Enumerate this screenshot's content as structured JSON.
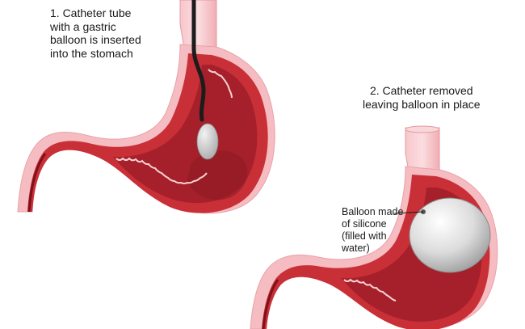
{
  "captions": {
    "step1": [
      "1. Catheter tube",
      "with a gastric",
      "balloon is inserted",
      "into the stomach"
    ],
    "step2": [
      "2. Catheter removed",
      "leaving balloon in place"
    ],
    "balloon_label": [
      "Balloon made",
      "of silicone",
      "(filled with",
      "water)"
    ]
  },
  "colors": {
    "stomach_outer": "#f5bcc1",
    "stomach_wall": "#c92f37",
    "stomach_inner": "#a5202a",
    "stomach_lining": "#7d1219",
    "catheter": "#1c1c1c",
    "balloon": "#d6d6d6"
  }
}
